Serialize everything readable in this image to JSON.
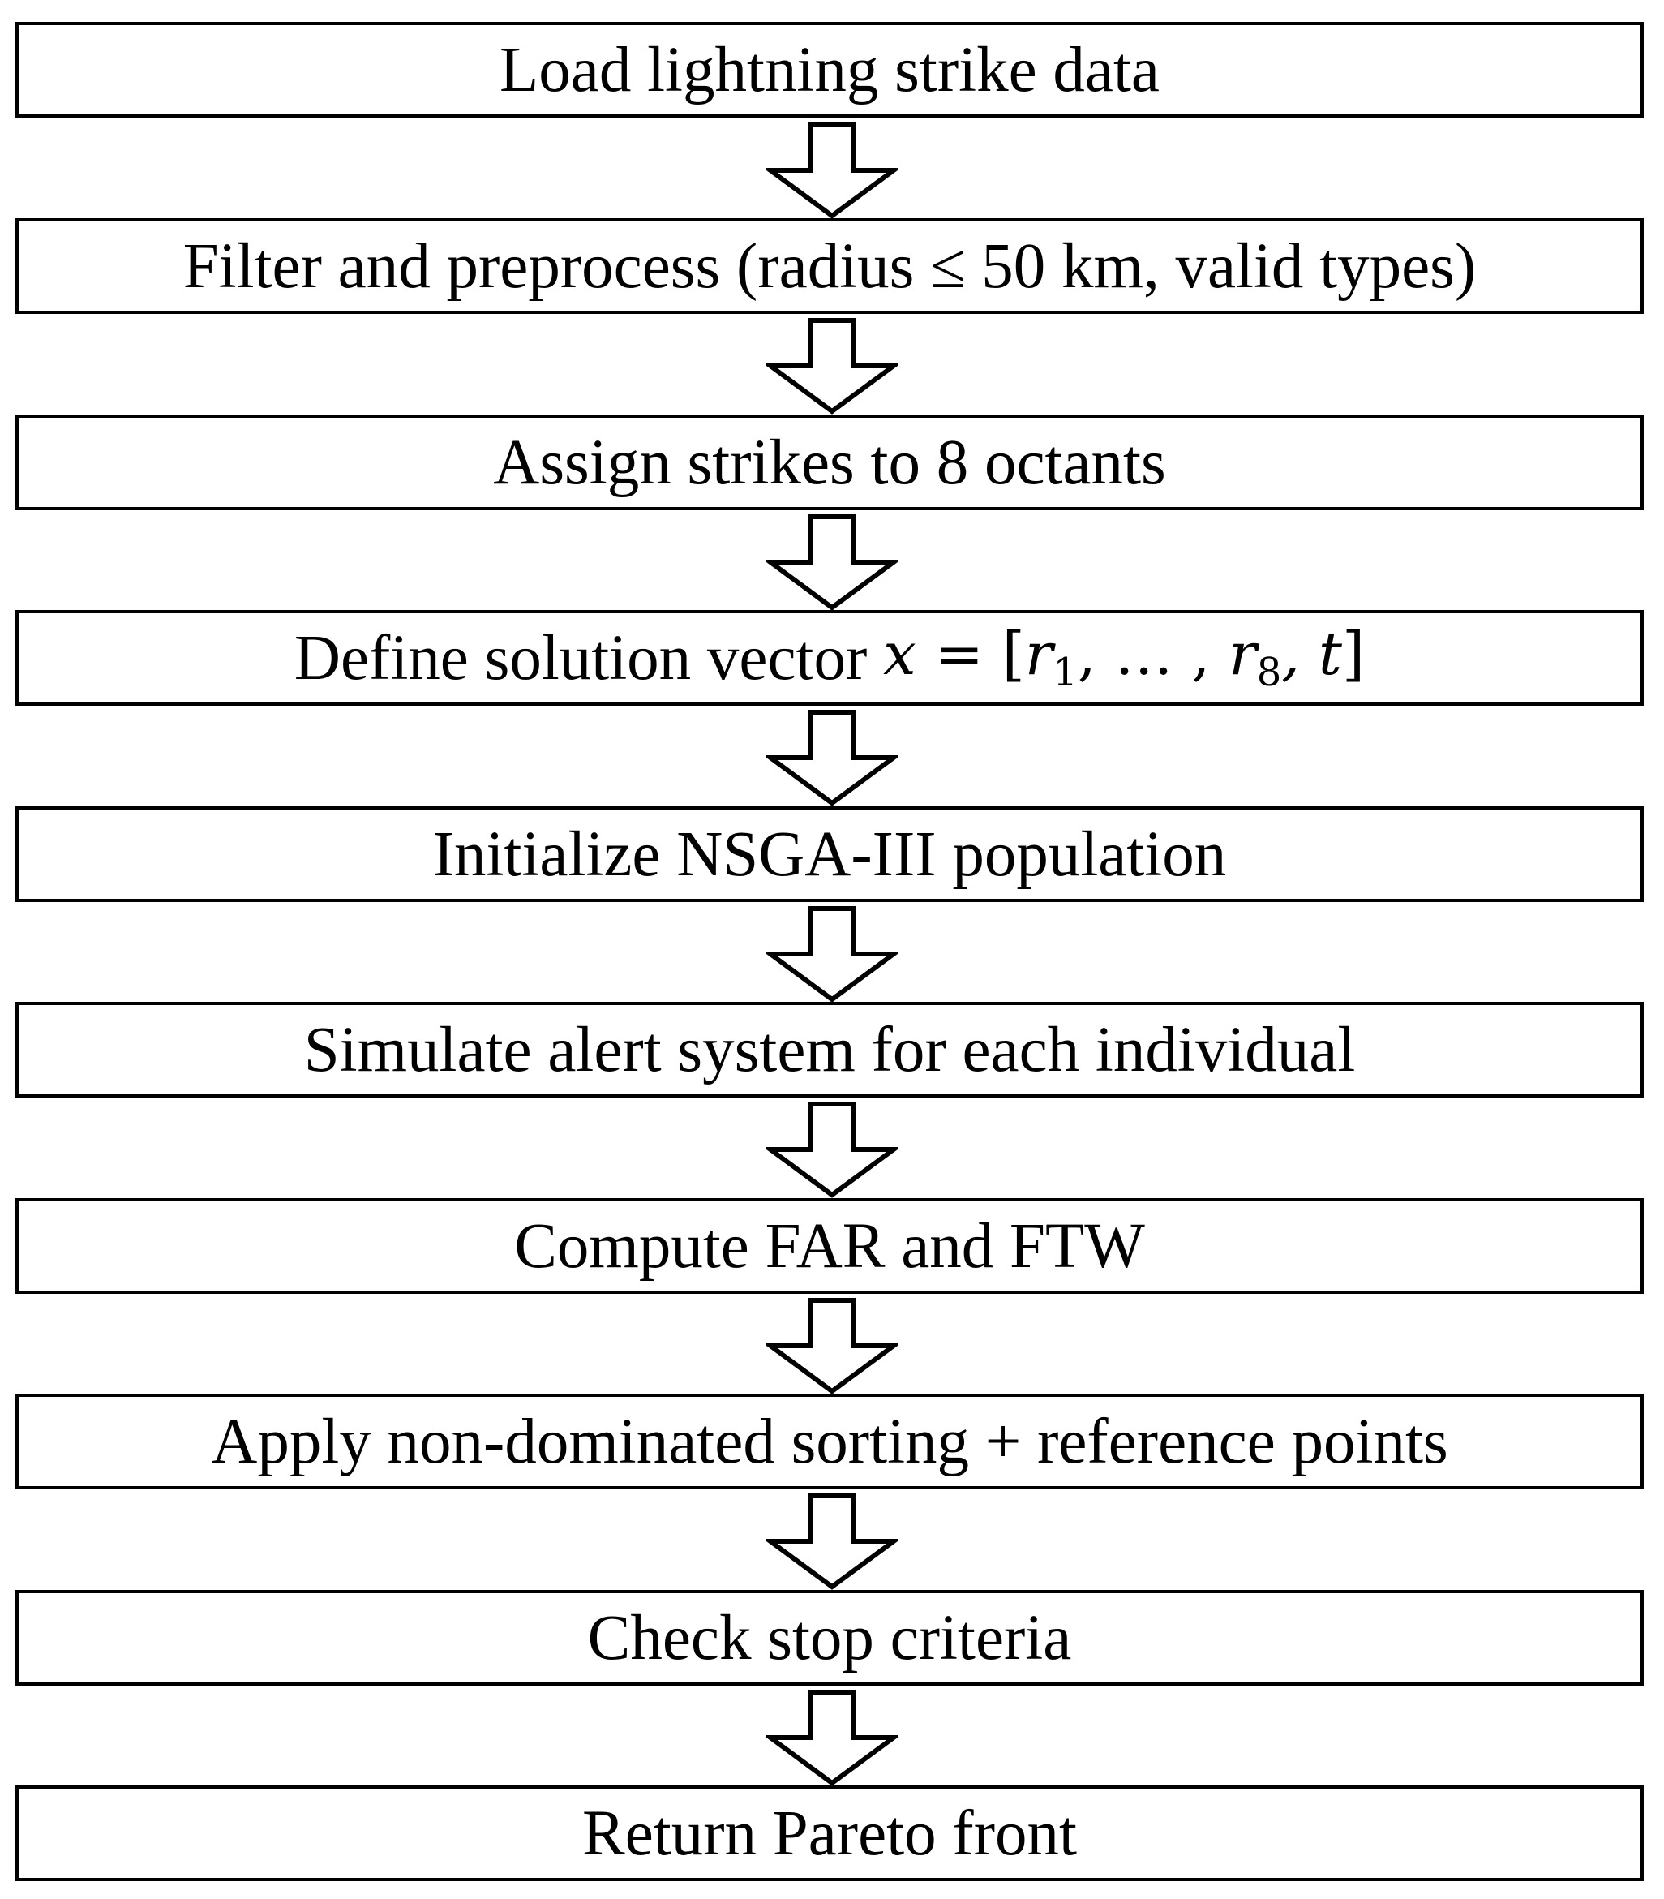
{
  "flowchart": {
    "steps": [
      {
        "label": "Load lightning strike data"
      },
      {
        "label": "Filter and preprocess (radius ≤ 50 km, valid types)"
      },
      {
        "label": "Assign strikes to 8 octants"
      },
      {
        "label_prefix": "Define solution vector ",
        "formula": {
          "lhs": "x",
          "eq": " = [",
          "r1": "r",
          "sub1": "1",
          "mid": ", … , ",
          "r8": "r",
          "sub8": "8",
          "t": ", t",
          "close": "]"
        }
      },
      {
        "label": "Initialize NSGA-III population"
      },
      {
        "label": "Simulate alert system for each individual"
      },
      {
        "label": "Compute FAR and FTW"
      },
      {
        "label": "Apply non-dominated sorting + reference points"
      },
      {
        "label": "Check stop criteria"
      },
      {
        "label": "Return Pareto front"
      }
    ]
  }
}
